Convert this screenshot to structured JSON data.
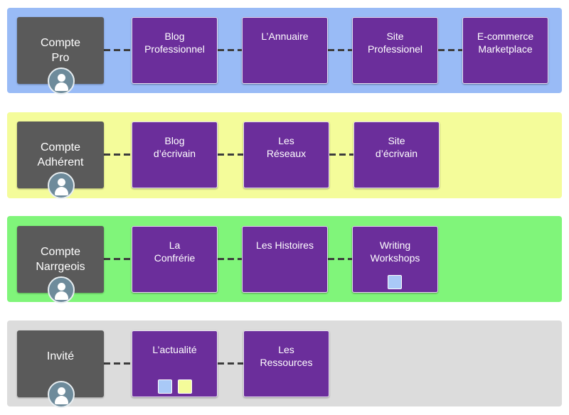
{
  "colors": {
    "band_pro": "#99bbf6",
    "band_adherent": "#f4fc9a",
    "band_narrgeois": "#80f57a",
    "band_invite": "#dcdcdc",
    "account_box": "#5a5a5a",
    "node_box": "#6b2e9b",
    "chip_blue": "#a9c9f7",
    "chip_yellow": "#f4fc9a"
  },
  "rows": [
    {
      "account": "Compte\nPro",
      "icon": "user-icon",
      "nodes": [
        {
          "label": "Blog\nProfessionnel"
        },
        {
          "label": "L’Annuaire"
        },
        {
          "label": "Site\nProfessionel"
        },
        {
          "label": "E-commerce\nMarketplace"
        }
      ]
    },
    {
      "account": "Compte\nAdhérent",
      "icon": "user-icon",
      "nodes": [
        {
          "label": "Blog\nd’écrivain"
        },
        {
          "label": "Les\nRéseaux"
        },
        {
          "label": "Site\nd’écrivain"
        }
      ]
    },
    {
      "account": "Compte\nNarrgeois",
      "icon": "user-icon",
      "nodes": [
        {
          "label": "La\nConfrérie"
        },
        {
          "label": "Les Histoires"
        },
        {
          "label": "Writing\nWorkshops",
          "chips": [
            "chip_blue"
          ]
        }
      ]
    },
    {
      "account": "Invité",
      "icon": "user-icon",
      "nodes": [
        {
          "label": "L’actualité",
          "chips": [
            "chip_blue",
            "chip_yellow"
          ]
        },
        {
          "label": "Les\nRessources"
        }
      ]
    }
  ]
}
